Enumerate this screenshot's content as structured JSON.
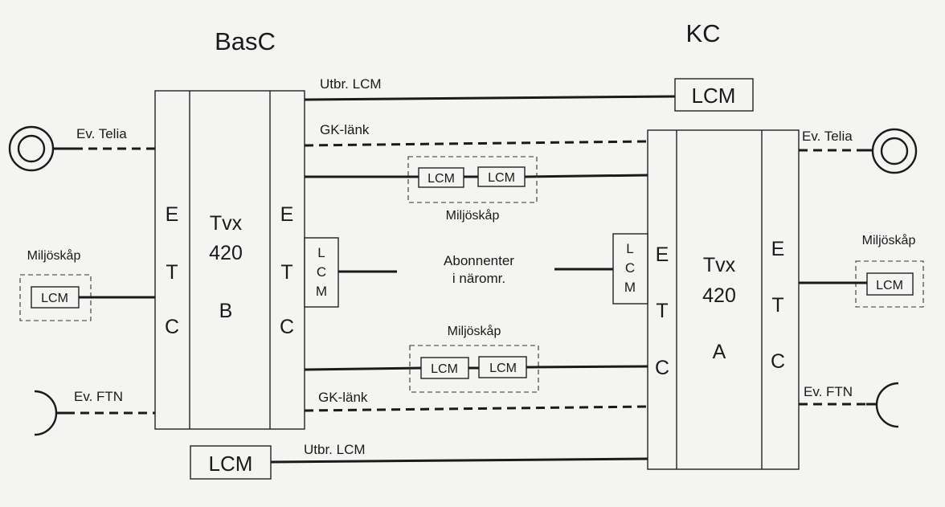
{
  "sites": {
    "left": "BasC",
    "right": "KC"
  },
  "left_exchange": {
    "etc_letters": [
      "E",
      "T",
      "C"
    ],
    "name_line1": "Tvx",
    "name_line2": "420",
    "id": "B",
    "lcm_letters": [
      "L",
      "C",
      "M"
    ]
  },
  "right_exchange": {
    "etc_letters": [
      "E",
      "T",
      "C"
    ],
    "name_line1": "Tvx",
    "name_line2": "420",
    "id": "A",
    "lcm_letters": [
      "L",
      "C",
      "M"
    ]
  },
  "links": {
    "utbr_lcm": "Utbr. LCM",
    "gk_lank": "GK-länk",
    "ev_telia": "Ev. Telia",
    "ev_ftn": "Ev. FTN"
  },
  "cabinet_label": "Miljöskåp",
  "lcm_label": "LCM",
  "subscribers_line1": "Abonnenter",
  "subscribers_line2": "i näromr."
}
